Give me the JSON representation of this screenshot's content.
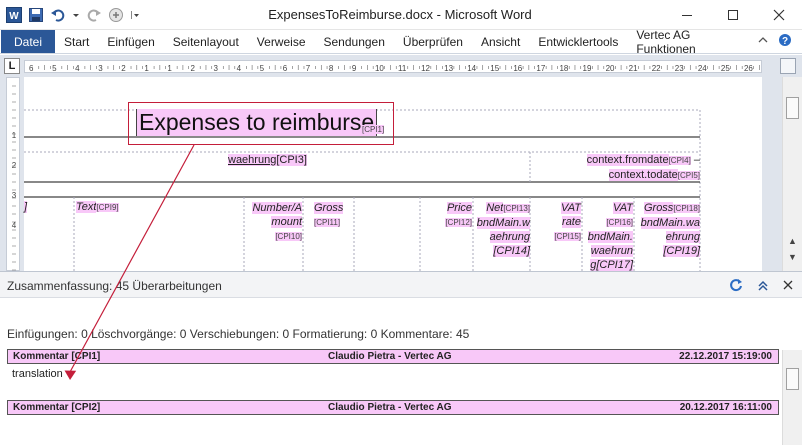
{
  "window": {
    "title": "ExpensesToReimburse.docx - Microsoft Word"
  },
  "ribbon": {
    "file_tab": "Datei",
    "tabs": [
      "Start",
      "Einfügen",
      "Seitenlayout",
      "Verweise",
      "Sendungen",
      "Überprüfen",
      "Ansicht",
      "Entwicklertools",
      "Vertec AG Funktionen"
    ]
  },
  "ruler": {
    "tab_selector": "L",
    "numbers": [
      "6",
      "5",
      "4",
      "3",
      "2",
      "1",
      "1",
      "2",
      "3",
      "4",
      "5",
      "6",
      "7",
      "8",
      "9",
      "10",
      "11",
      "12",
      "13",
      "14",
      "15",
      "16",
      "17",
      "18",
      "19",
      "20",
      "21",
      "22",
      "23",
      "24",
      "25",
      "26"
    ],
    "vnumbers": [
      "1",
      "2",
      "3",
      "4"
    ]
  },
  "document": {
    "heading": "Expenses to reimburse",
    "heading_cmt": "[CPI1]",
    "waehrung": "waehrung",
    "waehrung_cmt": "[CPI3]",
    "context_fromdate": "context.fromdate",
    "context_fromdate_cmt": "[CPI4]",
    "dash": "–",
    "context_todate": "context.todate",
    "context_todate_cmt": "[CPI5]",
    "col_bracket": "]",
    "col_text": "Text",
    "col_text_cmt": "[CPI9]",
    "col_number_1": "Number/A",
    "col_number_2": "mount",
    "col_number_cmt": "[CPI10]",
    "col_gross": "Gross",
    "col_gross_cmt": "[CPI11]",
    "col_price": "Price",
    "col_price_cmt": "[CPI12]",
    "col_net_1": "Net",
    "col_net_cmt1": "[CPI13]",
    "col_net_2": "bndMain.w",
    "col_net_3": "aehrung",
    "col_net_cmt2": "[CPI14]",
    "col_vatrate_1": "VAT",
    "col_vatrate_2": "rate",
    "col_vatrate_cmt": "[CPI15]",
    "col_vat_1": "VAT",
    "col_vat_cmt1": "[CPI16]",
    "col_vat_2": "bndMain.",
    "col_vat_3": "waehrun",
    "col_vat_4": "g",
    "col_vat_cmt2": "[CPI17]",
    "col_gross2_1": "Gross",
    "col_gross2_cmt1": "[CPI18]",
    "col_gross2_2": "bndMain.wa",
    "col_gross2_3": "ehrung",
    "col_gross2_cmt2": "[CPI19]"
  },
  "revisions": {
    "summary": "Zusammenfassung: 45 Überarbeitungen",
    "stats": "Einfügungen: 0  Löschvorgänge: 0  Verschiebungen: 0  Formatierung: 0  Kommentare: 45",
    "comments": [
      {
        "label": "Kommentar [CPI1]",
        "author": "Claudio Pietra - Vertec AG",
        "date": "22.12.2017 15:19:00",
        "text": "translation"
      },
      {
        "label": "Kommentar [CPI2]",
        "author": "Claudio Pietra - Vertec AG",
        "date": "20.12.2017 16:11:00",
        "text": ""
      }
    ]
  },
  "colors": {
    "file_tab": "#2b5797",
    "comment_highlight": "#f8c8f8",
    "annotation_red": "#c41e3a"
  }
}
